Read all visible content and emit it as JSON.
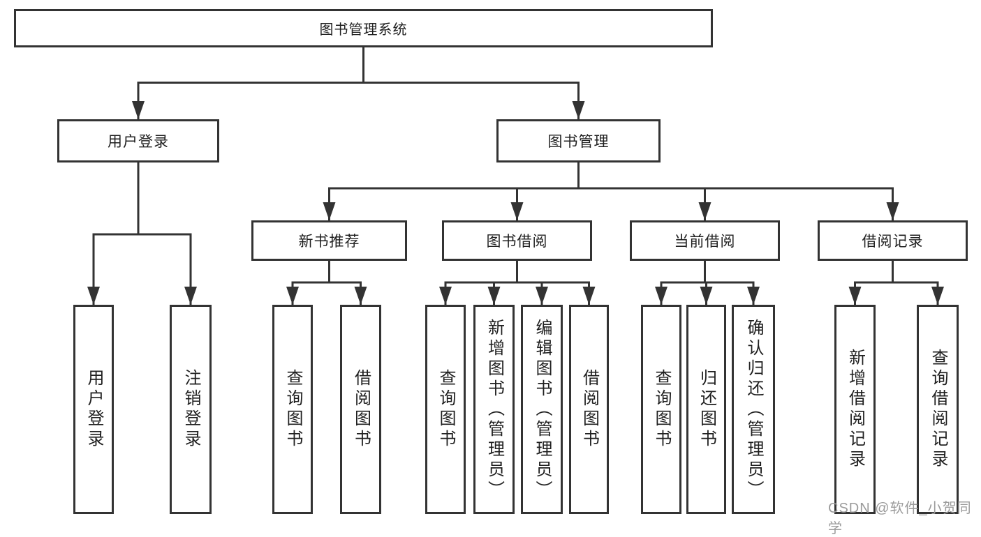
{
  "colors": {
    "line": "#333333",
    "text": "#1f1f1f",
    "watermark": "#9b9b9b",
    "background": "#ffffff"
  },
  "watermark": {
    "text": "CSDN @软件_小贺同学"
  },
  "diagram": {
    "root": {
      "label": "图书管理系统"
    },
    "branches": [
      {
        "label": "用户登录",
        "children": [
          {
            "label": "用户登录"
          },
          {
            "label": "注销登录"
          }
        ]
      },
      {
        "label": "图书管理",
        "groups": [
          {
            "label": "新书推荐",
            "children": [
              {
                "label": "查询图书"
              },
              {
                "label": "借阅图书"
              }
            ]
          },
          {
            "label": "图书借阅",
            "children": [
              {
                "label": "查询图书"
              },
              {
                "label": "新增图书（管理员）"
              },
              {
                "label": "编辑图书（管理员）"
              },
              {
                "label": "借阅图书"
              }
            ]
          },
          {
            "label": "当前借阅",
            "children": [
              {
                "label": "查询图书"
              },
              {
                "label": "归还图书"
              },
              {
                "label": "确认归还（管理员）"
              }
            ]
          },
          {
            "label": "借阅记录",
            "children": [
              {
                "label": "新增借阅记录"
              },
              {
                "label": "查询借阅记录"
              }
            ]
          }
        ]
      }
    ]
  }
}
